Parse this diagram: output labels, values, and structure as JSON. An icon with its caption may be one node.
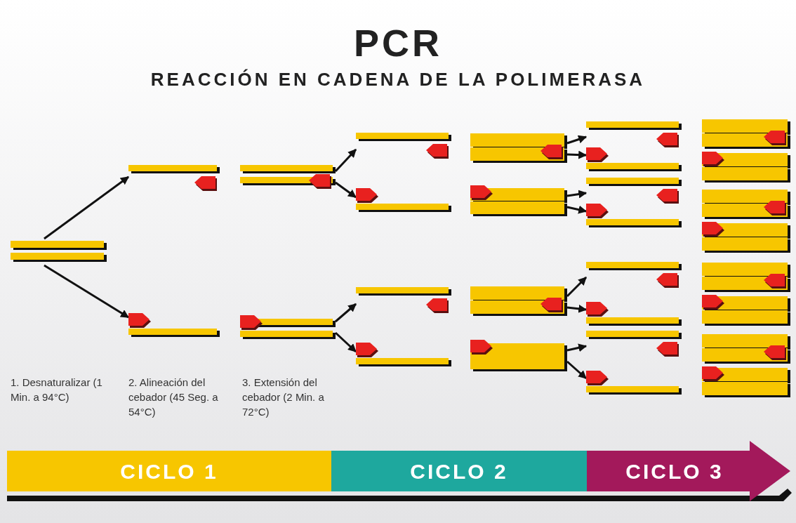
{
  "diagram": {
    "title": "PCR",
    "nodes": [
      {
        "text": [],
        "shape": "bar"
      },
      {
        "text": [],
        "shape": "bar"
      },
      {
        "text": [],
        "shape": "bar"
      },
      {
        "text": [],
        "shape": "bar"
      },
      {
        "text": [],
        "shape": "bar"
      },
      {
        "text": [],
        "shape": "bar"
      },
      {
        "text": [],
        "shape": "bar"
      },
      {
        "text": [],
        "shape": "bar"
      },
      {
        "text": [],
        "shape": "bar"
      },
      {
        "text": [],
        "shape": "bar"
      },
      {
        "text": [],
        "shape": "bar"
      },
      {
        "text": [],
        "shape": "bar"
      },
      {
        "text": [],
        "shape": "bar"
      },
      {
        "text": [],
        "shape": "bar"
      },
      {
        "text": [],
        "shape": "bar"
      },
      {
        "text": [],
        "shape": "bar"
      },
      {
        "text": [],
        "shape": "bar"
      },
      {
        "text": [],
        "shape": "bar"
      },
      {
        "text": [],
        "shape": "bar"
      },
      {
        "text": [],
        "shape": "bar"
      },
      {
        "text": [],
        "shape": "bar"
      },
      {
        "text": [],
        "shape": "bar"
      },
      {
        "text": [],
        "shape": "bar"
      },
      {
        "text": [],
        "shape": "bar"
      },
      {
        "text": [],
        "shape": "bar"
      },
      {
        "text": [],
        "shape": "bar"
      },
      {
        "text": [],
        "shape": "bar"
      },
      {
        "text": [],
        "shape": "bar"
      },
      {
        "text": [],
        "shape": "bar"
      },
      {
        "text": [
          "CICLO 1"
        ]
      },
      {
        "text": [
          "CICLO 2"
        ]
      },
      {
        "text": [
          "CICLO 3"
        ]
      }
    ],
    "edges": [
      {
        "from": 0,
        "to": 1,
        "arrow": "to"
      },
      {
        "from": 0,
        "to": 2,
        "arrow": "to"
      },
      {
        "from": 3,
        "to": 5,
        "arrow": "to"
      },
      {
        "from": 3,
        "to": 6,
        "arrow": "to"
      },
      {
        "from": 4,
        "to": 7,
        "arrow": "to"
      },
      {
        "from": 4,
        "to": 8,
        "arrow": "to"
      },
      {
        "from": 9,
        "to": 13,
        "arrow": "to"
      },
      {
        "from": 9,
        "to": 14,
        "arrow": "to"
      },
      {
        "from": 10,
        "to": 15,
        "arrow": "to"
      },
      {
        "from": 10,
        "to": 16,
        "arrow": "to"
      },
      {
        "from": 11,
        "to": 17,
        "arrow": "to"
      },
      {
        "from": 11,
        "to": 18,
        "arrow": "to"
      },
      {
        "from": 12,
        "to": 19,
        "arrow": "to"
      },
      {
        "from": 12,
        "to": 20,
        "arrow": "to"
      }
    ],
    "labels": [
      "REACCIÓN EN CADENA DE LA POLIMERASA",
      "1. Desnaturalizar (1 Min. a 94°C)",
      "2. Alineación del cebador (45 Seg. a 54°C)",
      "3. Extensión del cebador (2 Min. a 72°C)"
    ]
  }
}
